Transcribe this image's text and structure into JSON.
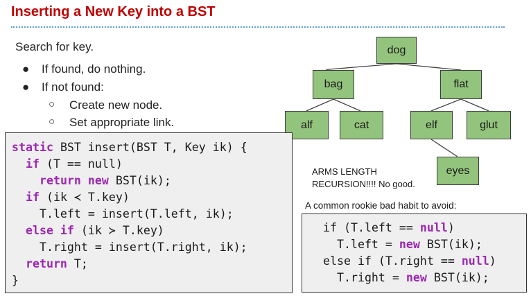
{
  "title": "Inserting a New Key into a BST",
  "bullets": {
    "lead": "Search for key.",
    "found": "If found, do nothing.",
    "not_found": "If not found:",
    "sub1": "Create new node.",
    "sub2": "Set appropriate link."
  },
  "code_main": {
    "l1": [
      "static",
      " BST insert(BST T, Key ik) {"
    ],
    "l2": [
      "  ",
      "if",
      " (T == null)"
    ],
    "l3": [
      "    ",
      "return",
      " ",
      "new",
      " BST(ik);"
    ],
    "l4": [
      "  ",
      "if",
      " (ik ≺ T.key)"
    ],
    "l5": "    T.left = insert(T.left, ik);",
    "l6": [
      "  ",
      "else if",
      " (ik ≻ T.key)"
    ],
    "l7": "    T.right = insert(T.right, ik);",
    "l8": [
      "  ",
      "return",
      " T;"
    ],
    "l9": "}"
  },
  "tree": {
    "nodes": {
      "dog": "dog",
      "bag": "bag",
      "flat": "flat",
      "alf": "alf",
      "cat": "cat",
      "elf": "elf",
      "glut": "glut",
      "eyes": "eyes"
    },
    "node_color": "#93c47d"
  },
  "notes": {
    "arms": "ARMS LENGTH RECURSION!!!! No good.",
    "arms_l1": "ARMS LENGTH",
    "arms_l2": "RECURSION!!!! No good.",
    "rookie": "A common rookie bad habit to avoid:"
  },
  "code_side": {
    "l1": [
      "if (T.left == ",
      "null",
      ")"
    ],
    "l2": [
      "  T.left = ",
      "new",
      " BST(ik);"
    ],
    "l3": [
      "else if (T.right == ",
      "null",
      ")"
    ],
    "l4": [
      "  T.right = ",
      "new",
      " BST(ik);"
    ]
  },
  "colors": {
    "title": "#c00000",
    "keyword": "#9c27b0",
    "rule": "#5b9bd5"
  }
}
